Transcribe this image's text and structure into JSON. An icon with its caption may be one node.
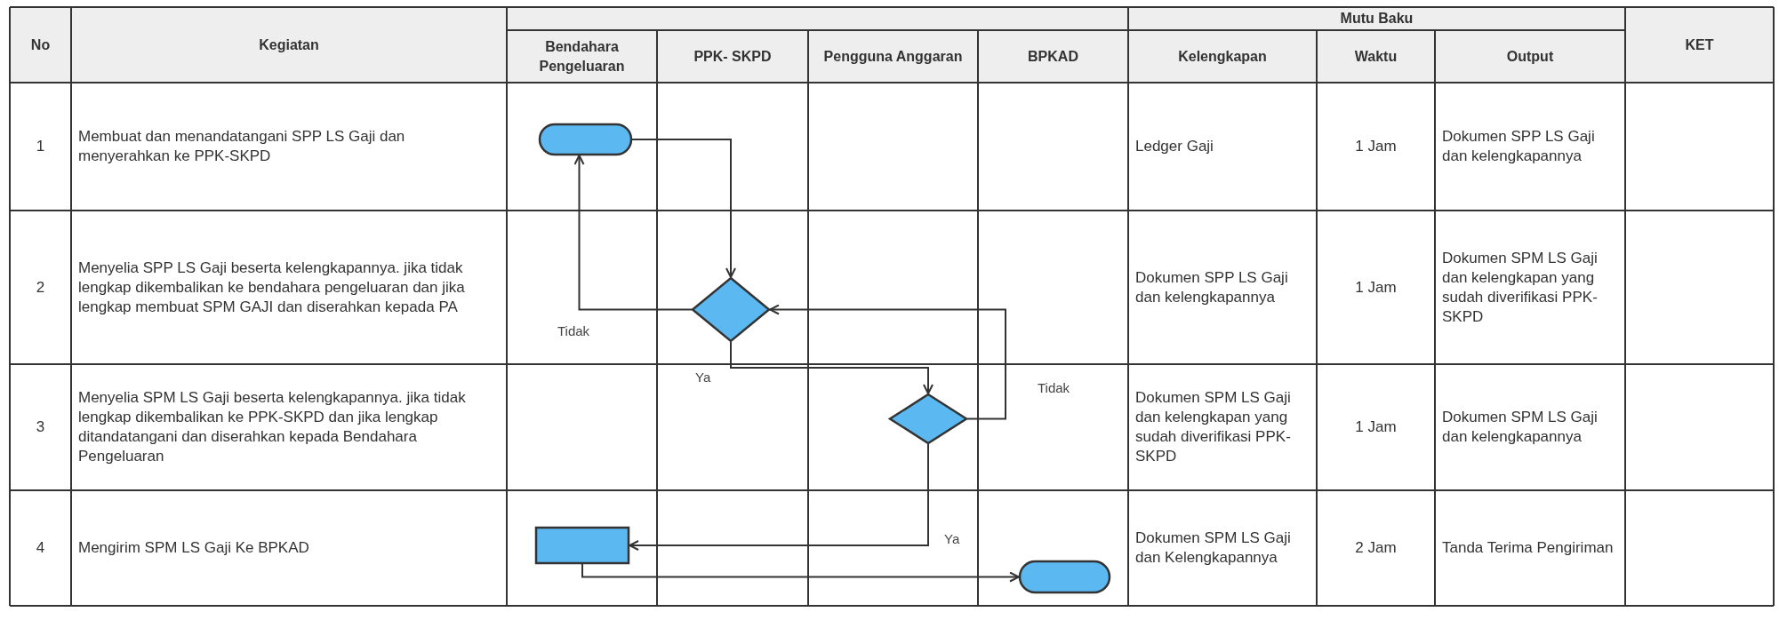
{
  "diagram": {
    "nodes": [
      {
        "text": [],
        "shape": "oval"
      },
      {
        "text": [],
        "shape": "diamond"
      },
      {
        "text": [],
        "shape": "diamond"
      },
      {
        "text": [],
        "shape": "box"
      },
      {
        "text": [],
        "shape": "oval"
      }
    ],
    "edges": [
      {
        "from": 0,
        "to": 1,
        "arrow": "to"
      },
      {
        "from": 1,
        "to": 0,
        "arrow": "to",
        "label": "Tidak"
      },
      {
        "from": 1,
        "to": 2,
        "arrow": "to",
        "label": "Ya"
      },
      {
        "from": 2,
        "to": 1,
        "arrow": "to",
        "label": "Tidak"
      },
      {
        "from": 2,
        "to": 3,
        "arrow": "to",
        "label": "Ya"
      },
      {
        "from": 3,
        "to": 4,
        "arrow": "to"
      }
    ],
    "labels": [
      "No",
      "Kegiatan",
      "Mutu Baku",
      "KET",
      "Bendahara Pengeluaran",
      "PPK- SKPD",
      "Pengguna Anggaran",
      "BPKAD",
      "Kelengkapan",
      "Waktu",
      "Output",
      "1",
      "Membuat dan menandatangani SPP LS Gaji dan menyerahkan ke PPK-SKPD",
      "Ledger Gaji",
      "1 Jam",
      "Dokumen SPP LS Gaji dan kelengkapannya",
      "2",
      "Menyelia SPP LS Gaji beserta kelengkapannya. jika tidak lengkap dikembalikan ke bendahara pengeluaran dan jika lengkap membuat SPM GAJI dan diserahkan kepada PA",
      "Dokumen SPP LS Gaji dan kelengkapannya",
      "1 Jam",
      "Dokumen SPM LS Gaji dan kelengkapan yang sudah diverifikasi PPK-SKPD",
      "3",
      "Menyelia SPM LS Gaji beserta kelengkapannya. jika tidak lengkap dikembalikan ke PPK-SKPD dan jika lengkap ditandatangani dan diserahkan kepada Bendahara Pengeluaran",
      "Dokumen SPM LS Gaji dan kelengkapan yang sudah diverifikasi PPK-SKPD",
      "1 Jam",
      "Dokumen SPM LS Gaji dan kelengkapannya",
      "4",
      "Mengirim SPM LS Gaji Ke BPKAD",
      "Dokumen SPM LS Gaji dan Kelengkapannya",
      "2 Jam",
      "Tanda Terima Pengiriman"
    ]
  }
}
